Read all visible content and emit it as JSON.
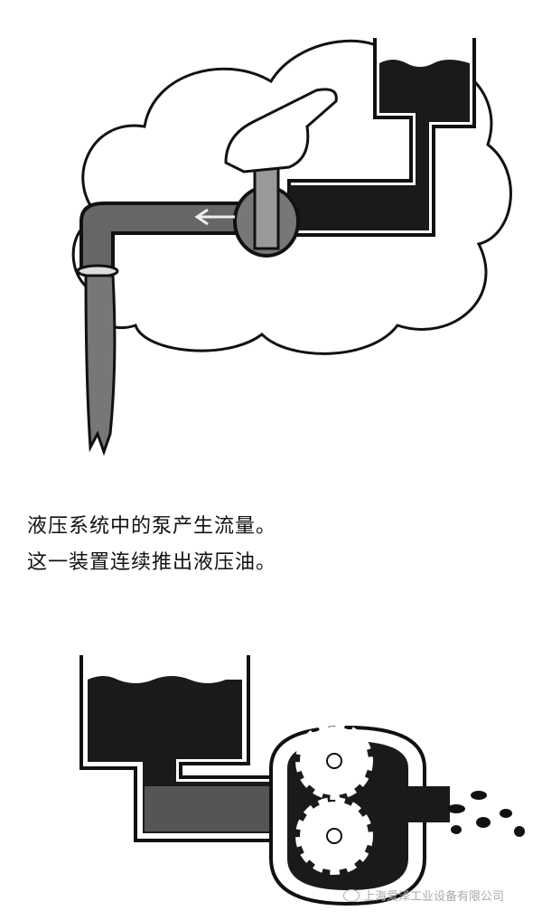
{
  "caption": {
    "line1": "液压系统中的泵产生流量。",
    "line2": "这一装置连续推出液压油。"
  },
  "watermark": {
    "icon": "wechat-icon",
    "text": "上海爱泽工业设备有限公司"
  },
  "colors": {
    "oil_dark": "#1a1a1a",
    "oil_flow": "#555555",
    "stream": "#777777"
  }
}
